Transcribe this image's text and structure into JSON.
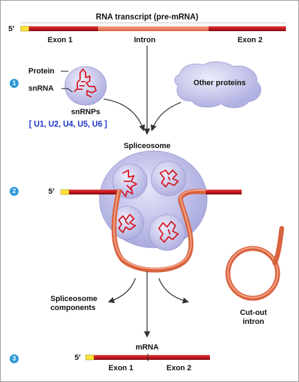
{
  "title": "RNA transcript (pre-mRNA)",
  "five_prime": "5′",
  "exon1": "Exon 1",
  "intron": "Intron",
  "exon2": "Exon 2",
  "protein": "Protein",
  "snrna": "snRNA",
  "snrnps": "snRNPs",
  "snrnp_list": "[ U1, U2, U4, U5, U6 ]",
  "other_proteins": "Other proteins",
  "spliceosome": "Spliceosome",
  "spliceosome_components": "Spliceosome\ncomponents",
  "cutout_intron": "Cut-out\nintron",
  "mrna": "mRNA",
  "steps": [
    "1",
    "2",
    "3"
  ],
  "colors": {
    "exon_red": "#c8161c",
    "intron_salmon": "#e98060",
    "cap_yellow": "#ffe23a",
    "particle_lavender": "#b6b6e6",
    "snrna_red": "#d7151d",
    "label_blue": "#1a33c9",
    "step_blue": "#2f9ad8"
  }
}
